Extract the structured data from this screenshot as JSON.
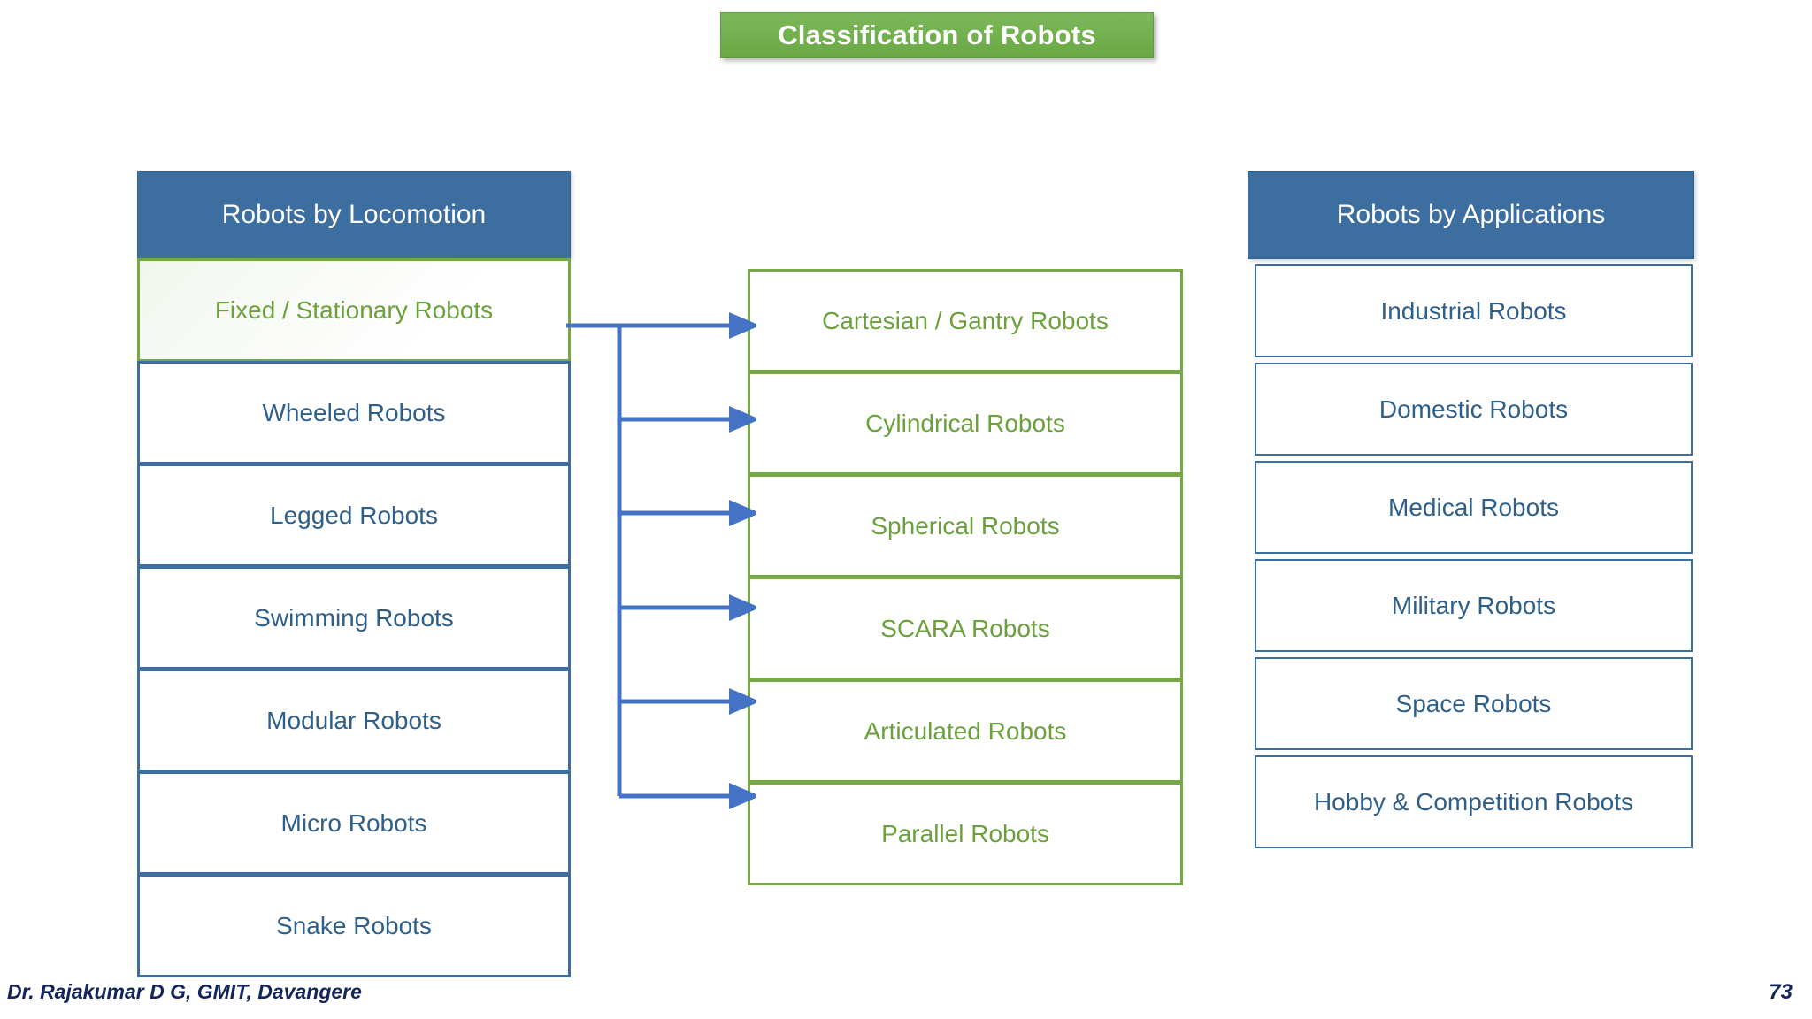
{
  "slide": {
    "title": "Classification of Robots",
    "title_bg_color": "#70AD47",
    "title_text_color": "#FFFFFF",
    "accent_blue": "#3C6E9F",
    "accent_green": "#76A843",
    "footer_color": "#14255C"
  },
  "columns": {
    "locomotion": {
      "header": "Robots by Locomotion",
      "items": [
        {
          "label": "Fixed / Stationary Robots",
          "style": "green-highlight"
        },
        {
          "label": "Wheeled Robots",
          "style": "blue"
        },
        {
          "label": "Legged Robots",
          "style": "blue"
        },
        {
          "label": "Swimming Robots",
          "style": "blue"
        },
        {
          "label": "Modular Robots",
          "style": "blue"
        },
        {
          "label": "Micro Robots",
          "style": "blue"
        },
        {
          "label": "Snake Robots",
          "style": "blue"
        }
      ]
    },
    "types": {
      "header": "",
      "items": [
        {
          "label": "Cartesian / Gantry Robots",
          "style": "green"
        },
        {
          "label": "Cylindrical Robots",
          "style": "green"
        },
        {
          "label": "Spherical Robots",
          "style": "green"
        },
        {
          "label": "SCARA Robots",
          "style": "green"
        },
        {
          "label": "Articulated Robots",
          "style": "green"
        },
        {
          "label": "Parallel Robots",
          "style": "green"
        }
      ]
    },
    "applications": {
      "header": "Robots by Applications",
      "items": [
        {
          "label": "Industrial Robots",
          "style": "blue"
        },
        {
          "label": "Domestic Robots",
          "style": "blue"
        },
        {
          "label": "Medical Robots",
          "style": "blue"
        },
        {
          "label": "Military Robots",
          "style": "blue"
        },
        {
          "label": "Space Robots",
          "style": "blue"
        },
        {
          "label": "Hobby & Competition Robots",
          "style": "blue"
        }
      ]
    }
  },
  "connector": {
    "source": "Fixed / Stationary Robots",
    "arrow_color": "#4472C4",
    "branch_count": 6,
    "targets": [
      "Cartesian / Gantry Robots",
      "Cylindrical Robots",
      "Spherical Robots",
      "SCARA Robots",
      "Articulated Robots",
      "Parallel Robots"
    ]
  },
  "footer": {
    "author": "Dr. Rajakumar D G, GMIT, Davangere",
    "page_number": "73"
  }
}
